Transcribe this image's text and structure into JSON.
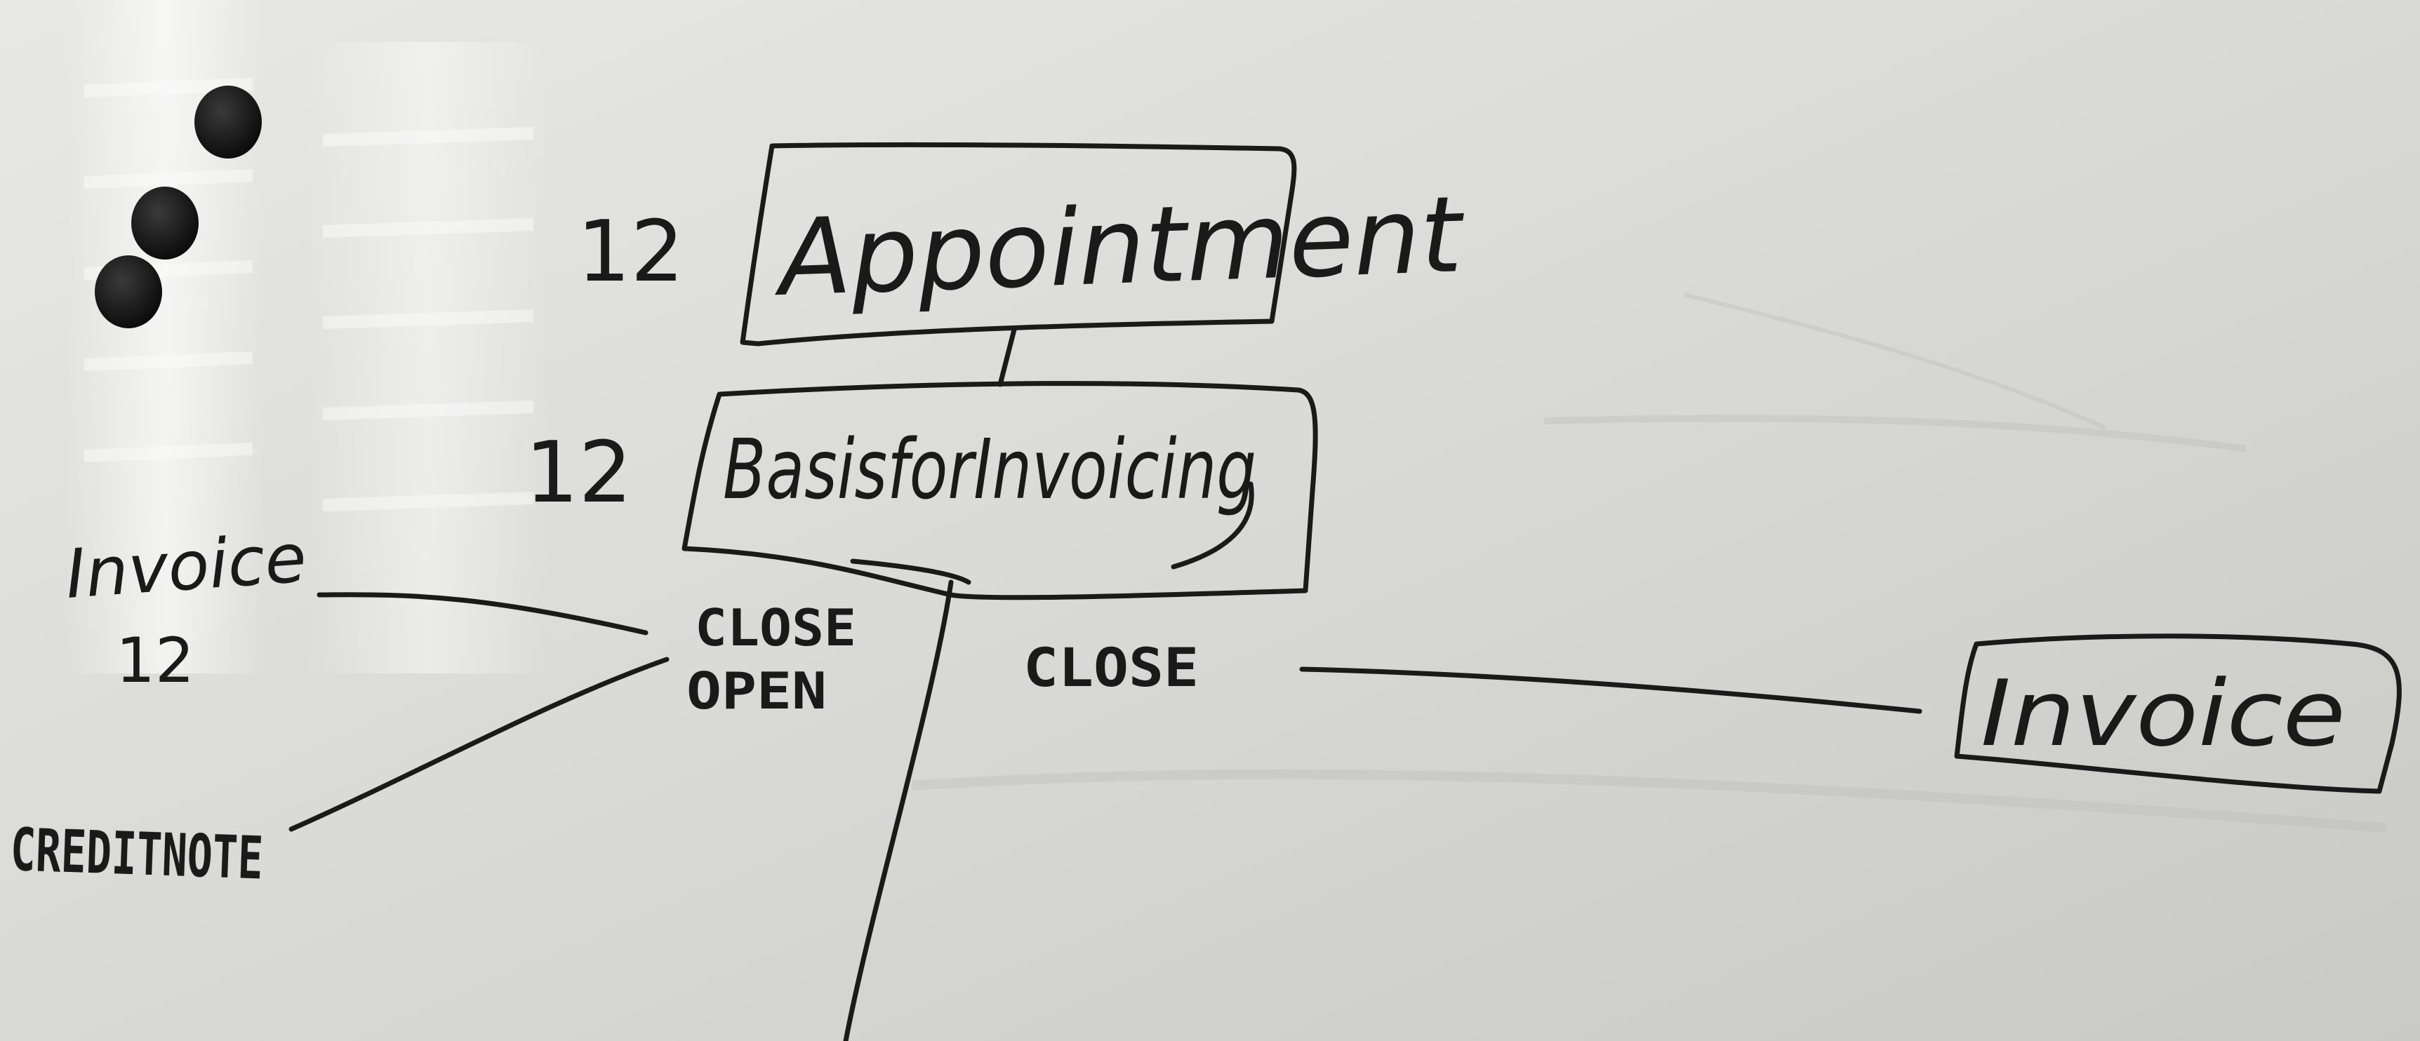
{
  "board": {
    "entities": {
      "appointment": "Appointment",
      "basis": "BasisforInvoicing",
      "invoice_box": "Invoice"
    },
    "multiplicities": {
      "appointment": "12",
      "basis": "12",
      "invoice_left": "12"
    },
    "labels": {
      "invoice_left": "Invoice",
      "credit_note": "CREDITNOTE",
      "close_left": "CLOSE",
      "open_left": "OPEN",
      "close_right": "CLOSE"
    }
  },
  "colors": {
    "board": "#dcdcda",
    "marker": "#1a1a1a",
    "magnet": "#111111"
  }
}
